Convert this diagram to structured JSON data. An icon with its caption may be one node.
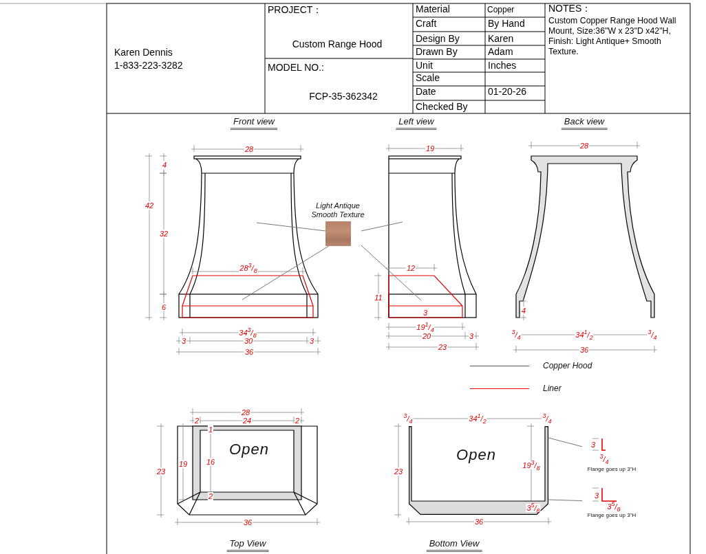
{
  "diagram": {
    "nodes": [
      {
        "text": [
          "Light Antique Smooth Texture"
        ]
      },
      {
        "text": [
          "3",
          "$^{3}$/$_{4}$",
          "Flange goes up 3\"H"
        ]
      },
      {
        "text": [
          "3",
          "3$^{5}$/$_{8}$",
          "Flange goes up 3\"H"
        ]
      },
      {
        "text": [
          "Open"
        ]
      }
    ],
    "edges": [
      {
        "from": 0,
        "to": null,
        "arrow": "none"
      },
      {
        "from": 0,
        "to": null,
        "arrow": "none"
      },
      {
        "from": 0,
        "to": null,
        "arrow": "none"
      },
      {
        "from": 0,
        "to": null,
        "arrow": "none"
      },
      {
        "from": 1,
        "to": 3,
        "arrow": "none"
      },
      {
        "from": 2,
        "to": 3,
        "arrow": "none"
      }
    ],
    "labels": [
      "Karen Dennis",
      "1-833-223-3282",
      "PROJECT：",
      "Custom Range Hood",
      "MODEL NO.:",
      "FCP-35-362342",
      "Material",
      "Copper",
      "Craft",
      "By Hand",
      "Design By",
      "Karen",
      "Drawn By",
      "Adam",
      "Unit",
      "Inches",
      "Scale",
      "Date",
      "01-20-26",
      "Checked By",
      "NOTES：",
      "Custom Copper Range Hood Wall Mount, Size:36\"W x 23\"D x42\"H, Finish: Light Antique+ Smooth Texture.",
      "Front view",
      "Left view",
      "Back view",
      "28",
      "4",
      "42",
      "32",
      "28$^{3}$/$_{8}$",
      "6",
      "34$^{3}$/$_{8}$",
      "3",
      "30",
      "3",
      "36",
      "19",
      "12",
      "11",
      "3",
      "19$^{1}$/$_{4}$",
      "20",
      "3",
      "23",
      "28",
      "4",
      "$^{3}$/$_{4}$",
      "34$^{1}$/$_{2}$",
      "$^{3}$/$_{4}$",
      "36",
      "28",
      "2",
      "24",
      "2",
      "1",
      "19",
      "16",
      "23",
      "2",
      "36",
      "Open",
      "$^{3}$/$_{4}$",
      "34$^{1}$/$_{2}$",
      "$^{3}$/$_{4}$",
      "23",
      "19$^{3}$/$_{8}$",
      "3$^{5}$/$_{8}$",
      "36",
      "Top View",
      "Bottom View"
    ],
    "legend": [
      {
        "text": "Copper Hood",
        "color": "#555555"
      },
      {
        "text": "Liner",
        "color": "#ff0000"
      }
    ]
  }
}
